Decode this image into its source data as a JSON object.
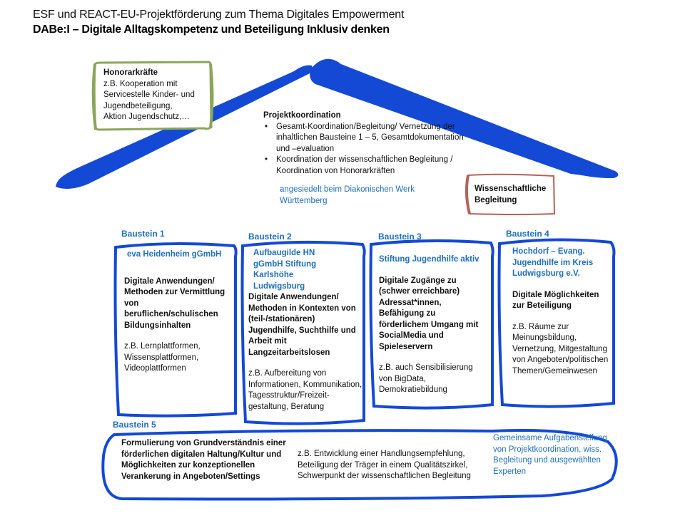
{
  "header": {
    "title": "ESF und REACT-EU-Projektförderung zum Thema Digitales Empowerment",
    "subtitle": "DABe:I – Digitale Alltagskompetenz und Beteiligung Inklusiv denken"
  },
  "colors": {
    "roof_blue": "#1449d6",
    "accent_text_blue": "#1f6fbf",
    "honorar_border": "#8aa65a",
    "wiss_border": "#b5625a"
  },
  "honorarkraefte": {
    "title": "Honorarkräfte",
    "lines": [
      "z.B. Kooperation mit",
      "Servicestelle Kinder- und",
      "Jugendbeteiligung,",
      "Aktion Jugendschutz,…"
    ]
  },
  "projektkoordination": {
    "title": "Projektkoordination",
    "bullets": [
      "Gesamt-Koordination/Begleitung/ Vernetzung  der inhaltlichen Bausteine 1 – 5, Gesamtdokumentation und –evaluation",
      "Koordination der wissenschaftlichen Begleitung / Koordination von Honorarkräften"
    ],
    "location_line1": "angesiedelt beim Diakonischen Werk",
    "location_line2": "Württemberg"
  },
  "wissenschaftliche_begleitung": {
    "line1": "Wissenschaftliche",
    "line2": "Begleitung"
  },
  "bausteine": [
    {
      "label": "Baustein 1",
      "org": "eva Heidenheim gGmbH",
      "focus": "Digitale Anwendungen/ Methoden zur Vermittlung von beruflichen/schulischen Bildungsinhalten",
      "examples": "z.B. Lernplattformen, Wissensplattformen, Videoplattformen"
    },
    {
      "label": "Baustein 2",
      "org": "Aufbaugilde  HN gGmbH Stiftung Karlshöhe Ludwigsburg",
      "focus": "Digitale Anwendungen/ Methoden in Kontexten von (teil-/stationären) Jugendhilfe, Suchthilfe und Arbeit mit Langzeitarbeitslosen",
      "examples": "z.B. Aufbereitung von Informationen, Kommunikation, Tagesstruktur/Freizeit-gestaltung,  Beratung"
    },
    {
      "label": "Baustein 3",
      "org": "Stiftung Jugendhilfe aktiv",
      "focus": "Digitale Zugänge zu (schwer erreichbare) Adressat*innen, Befähigung zu förderlichem Umgang mit SocialMedia und Spieleservern",
      "examples": "z.B. auch Sensibilisierung von BigData, Demokratiebildung"
    },
    {
      "label": "Baustein 4",
      "org": "Hochdorf – Evang. Jugendhilfe im Kreis Ludwigsburg e.V.",
      "focus": "Digitale Möglichkeiten zur Beteiligung",
      "examples": "z.B. Räume zur Meinungsbildung, Vernetzung, Mitgestaltung von Angeboten/politischen Themen/Gemeinwesen"
    }
  ],
  "baustein5": {
    "label": "Baustein 5",
    "focus": "Formulierung von Grundverständnis einer förderlichen digitalen Haltung/Kultur und Möglichkeiten zur konzeptionellen Verankerung in Angeboten/Settings",
    "examples": "z.B. Entwicklung einer Handlungsempfehlung, Beteiligung der Träger in einem Qualitätszirkel, Schwerpunkt der wissenschaftlichen Begleitung",
    "note": "Gemeinsame Aufgabenstellung von Projektkoordination, wiss. Begleitung und ausgewählten Experten"
  }
}
